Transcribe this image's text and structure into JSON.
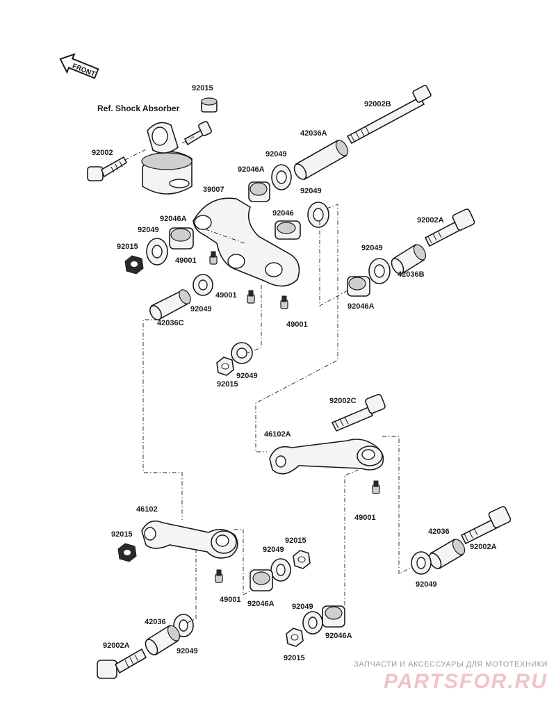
{
  "front_badge": "FRONT",
  "ref_label": "Ref. Shock Absorber",
  "labels": {
    "l_92015_a": "92015",
    "l_92002_a": "92002",
    "l_92002b": "92002B",
    "l_42036a": "42036A",
    "l_92049_a": "92049",
    "l_92046a_a": "92046A",
    "l_39007": "39007",
    "l_92049_b": "92049",
    "l_92046": "92046",
    "l_92046a_b": "92046A",
    "l_92049_c": "92049",
    "l_92015_b": "92015",
    "l_49001_a": "49001",
    "l_92002a_a": "92002A",
    "l_92049_d": "92049",
    "l_42036b": "42036B",
    "l_49001_b": "49001",
    "l_92049_e": "92049",
    "l_92046a_c": "92046A",
    "l_42036c": "42036C",
    "l_49001_c": "49001",
    "l_92049_f": "92049",
    "l_92015_c": "92015",
    "l_92002c": "92002C",
    "l_46102a": "46102A",
    "l_49001_d": "49001",
    "l_46102": "46102",
    "l_92015_d": "92015",
    "l_42036": "42036",
    "l_92002a_b": "92002A",
    "l_92015_e": "92015",
    "l_92049_g": "92049",
    "l_49001_e": "49001",
    "l_92046a_d": "92046A",
    "l_92049_h": "92049",
    "l_92049_i": "92049",
    "l_92046a_e": "92046A",
    "l_42036_b": "42036",
    "l_92049_j": "92049",
    "l_92002a_c": "92002A",
    "l_92015_f": "92015"
  },
  "watermark": {
    "tagline": "ЗАПЧАСТИ И АКСЕССУАРЫ ДЛЯ МОТОТЕХНИКИ",
    "logo": "PARTSFOR.RU"
  }
}
